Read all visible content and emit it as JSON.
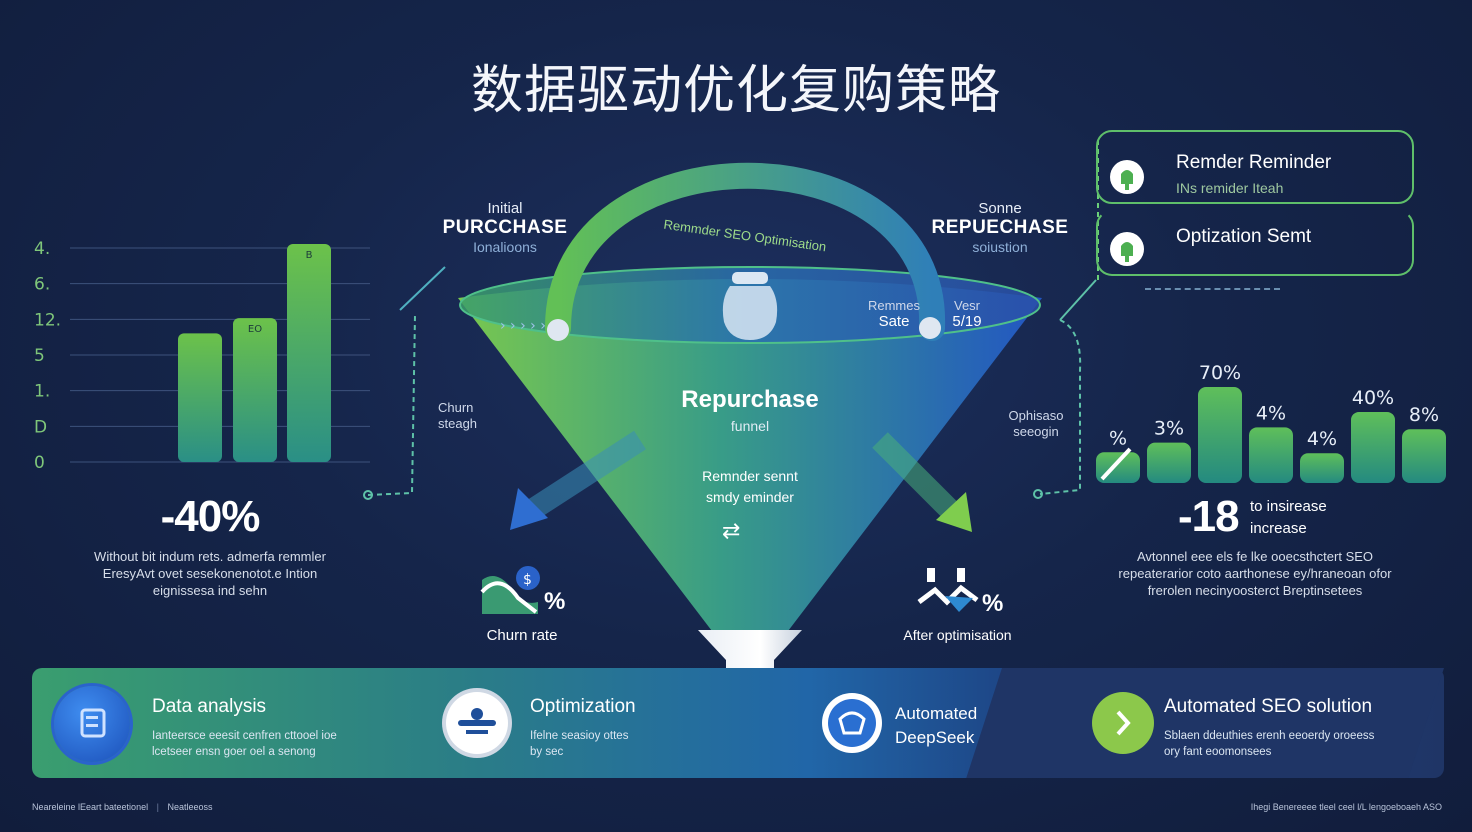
{
  "title": "数据驱动优化复购策略",
  "left_chart": {
    "y_ticks": [
      "4.",
      "6.",
      "12.",
      "5",
      "1.",
      "D",
      "0"
    ],
    "bar_labels": [
      "",
      "EO",
      "B"
    ],
    "bar_values": [
      0.59,
      0.66,
      1.0
    ]
  },
  "left_stats": {
    "big": "-40%",
    "desc": [
      "Without bit indum rets. admerfa remmler",
      "EresyAvt ovet sesekonenotot.e Intion",
      "eignissesa ind sehn"
    ]
  },
  "funnel": {
    "arc_text": "Remmder SEO Optimisation",
    "center_title": "Repurchase",
    "center_sub": "funnel",
    "inner_text_1": "Remnder sennt",
    "inner_text_2": "smdy eminder",
    "rim_label_1": "Remmes",
    "rim_label_2": "Sate",
    "rim_label_3": "Vesr",
    "rim_label_4": "5/19"
  },
  "initial_purchase": {
    "top": "Initial",
    "big": "PURCCHASE",
    "sub": "Ionalioons"
  },
  "repurchase_label": {
    "top": "Sonne",
    "big": "REPUECHASE",
    "sub": "soiustion"
  },
  "churn_side": {
    "line1": "Churn",
    "line2": "steagh"
  },
  "opt_side": {
    "line1": "Ophisaso",
    "line2": "seeogin"
  },
  "churn_rate": {
    "value": "%",
    "label": "Churn rate"
  },
  "after_opt": {
    "value": "%",
    "label": "After optimisation"
  },
  "cards": [
    {
      "title": "Remder Reminder",
      "sub": "INs remider Iteah"
    },
    {
      "title": "Optization Semt",
      "sub": ""
    }
  ],
  "right_chart": {
    "labels": [
      "%",
      "3%",
      "70%",
      "4%",
      "4%",
      "40%",
      "8%"
    ],
    "values": [
      0.32,
      0.42,
      1.0,
      0.58,
      0.31,
      0.74,
      0.56
    ]
  },
  "right_stats": {
    "big": "-18",
    "side1": "to insirease",
    "side2": "increase",
    "desc": [
      "Avtonnel eee els fe lke ooecsthctert SEO",
      "repeaterarior coto aarthonese ey/hraneoan ofor",
      "frerolen necinyoosterct Breptinsetees"
    ]
  },
  "bottom": [
    {
      "title": "Data analysis",
      "text": [
        "Ianteersce eeesit cenfren cttooel ioe",
        "lcetseer ensn goer oel a senong"
      ]
    },
    {
      "title": "Optimization",
      "text": [
        "Ifelne seasioy ottes",
        "by sec"
      ]
    },
    {
      "title": "Automated DeepSeek",
      "text": []
    },
    {
      "title": "Automated SEO solution",
      "text": [
        "Sblaen ddeuthies erenh eeoerdy oroeess",
        "ory fant eoomonsees"
      ]
    }
  ],
  "footer_left_1": "Neareleine lEeart bateetionel",
  "footer_left_2": "Neatleeoss",
  "footer_right": "Ihegi Benereeee tleel ceel l/L lengoeboaeh ASO",
  "colors": {
    "green": "#6cc24a",
    "teal": "#2b8f86",
    "blue": "#2464c8",
    "navy": "#15254a"
  }
}
